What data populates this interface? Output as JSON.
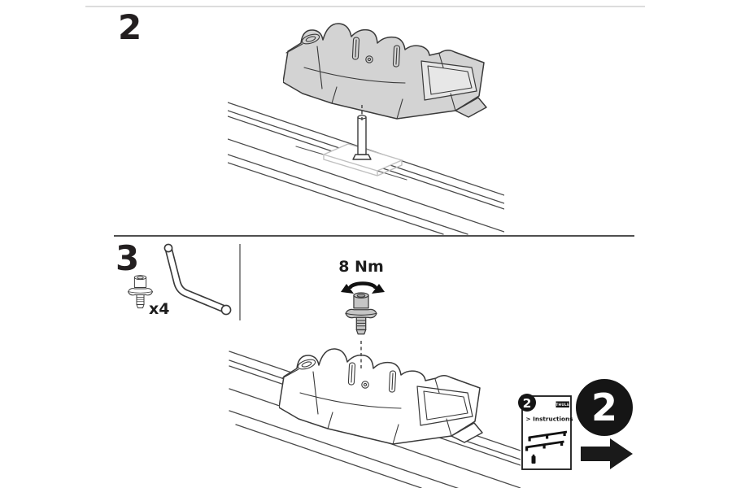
{
  "colors": {
    "ink": "#231f20",
    "rule_light": "#dcdcdc",
    "rule_dark": "#4f4f4f",
    "panel_divider": "#8f8f8f",
    "foot_fill": "#d3d3d3",
    "metal_fill": "#c6c6c6",
    "badge_black": "#151515"
  },
  "step2": {
    "number": "2"
  },
  "step3": {
    "number": "3",
    "bolt_quantity": "x4"
  },
  "torque": {
    "value": "8 Nm"
  },
  "instructions_card": {
    "step_badge": "2",
    "brand": "THULE",
    "label": "> Instructions"
  },
  "next_step": {
    "number": "2"
  },
  "icons": {
    "rotation_arrow": "torque-clockwise-arrow",
    "next_arrow": "arrow-right",
    "hex_key": "allen-key",
    "bolt": "flanged-socket-bolt",
    "foot_pad": "mounting-foot-pad",
    "booklet": "instruction-manual"
  }
}
